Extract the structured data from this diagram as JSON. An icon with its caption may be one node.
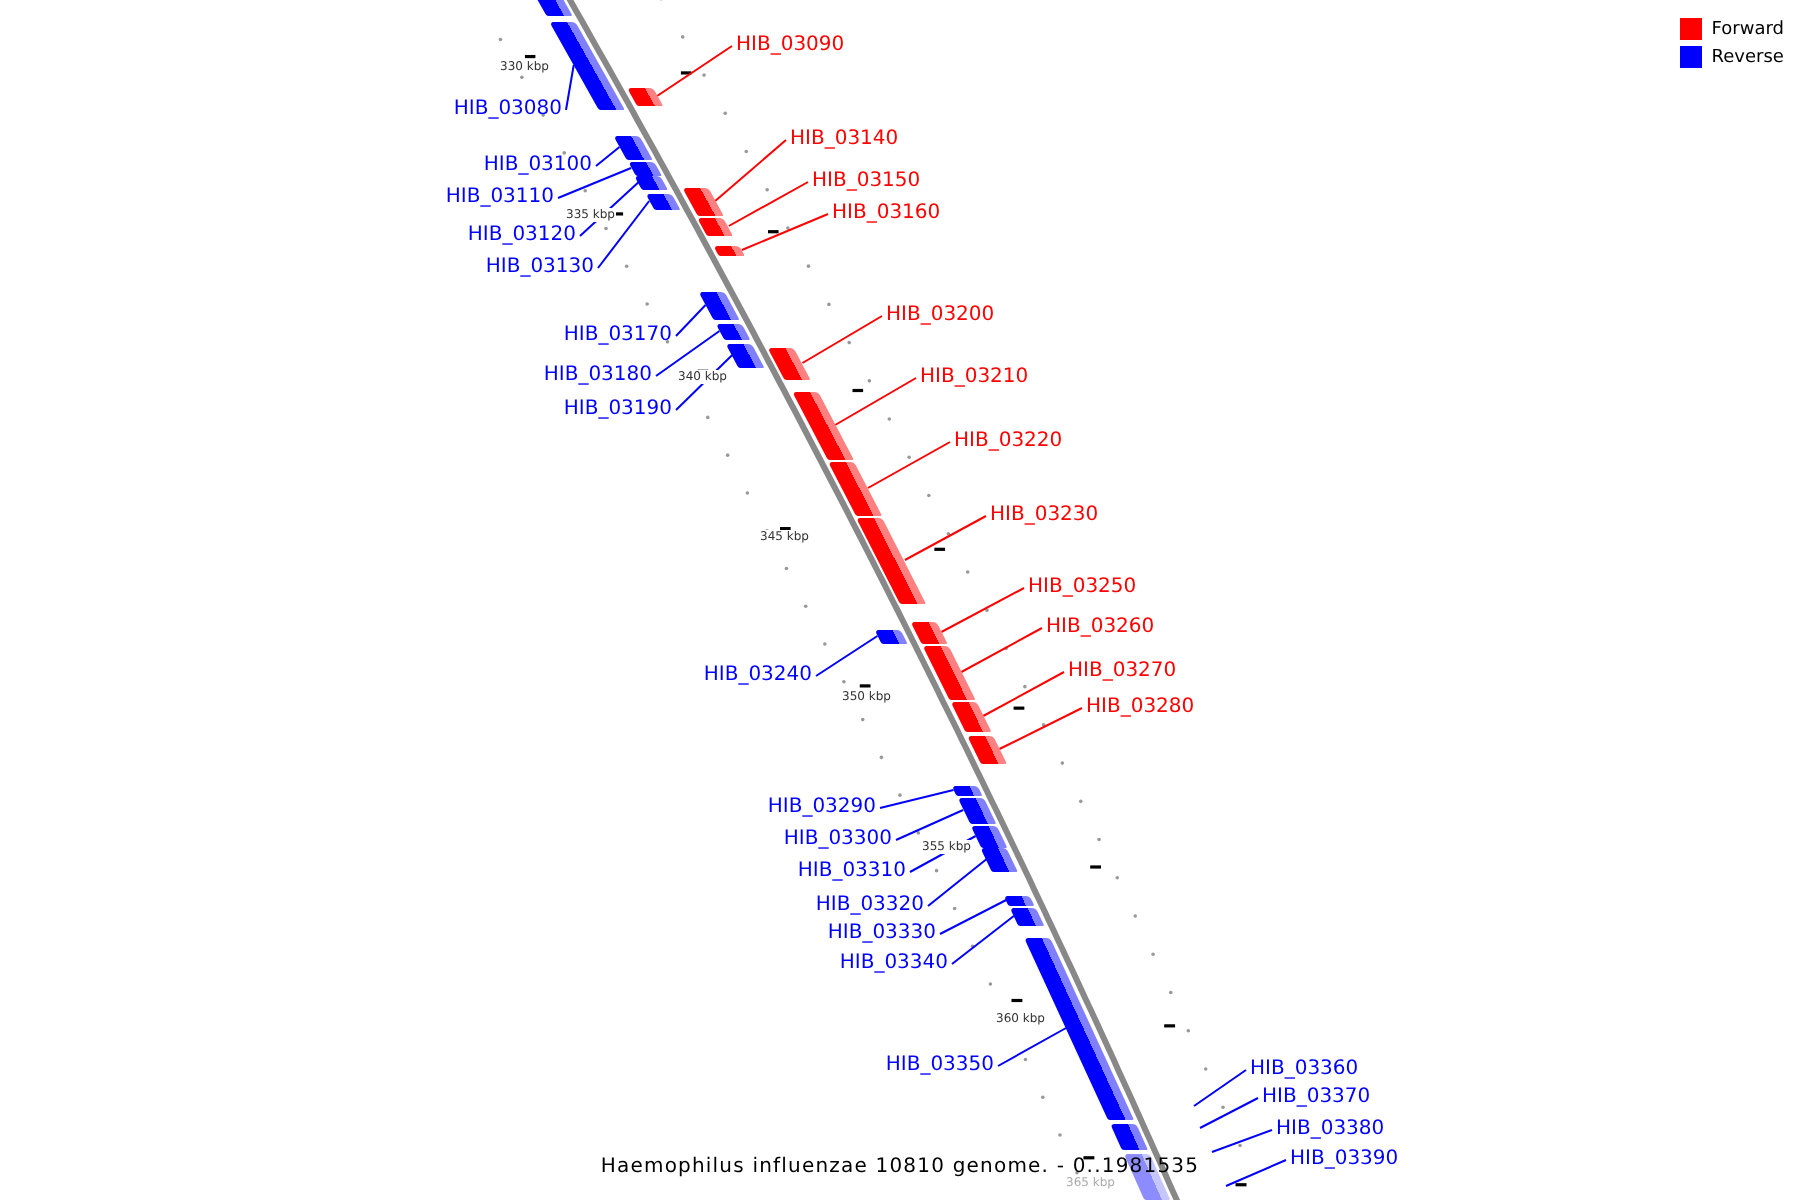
{
  "diagram": {
    "caption": "Haemophilus influenzae 10810 genome. - 0..1981535",
    "nodes": [
      {
        "text": [
          "HIB_03080"
        ]
      },
      {
        "text": [
          "HIB_03090"
        ]
      },
      {
        "text": [
          "HIB_03100"
        ]
      },
      {
        "text": [
          "HIB_03110"
        ]
      },
      {
        "text": [
          "HIB_03120"
        ]
      },
      {
        "text": [
          "HIB_03130"
        ]
      },
      {
        "text": [
          "HIB_03140"
        ]
      },
      {
        "text": [
          "HIB_03150"
        ]
      },
      {
        "text": [
          "HIB_03160"
        ]
      },
      {
        "text": [
          "HIB_03170"
        ]
      },
      {
        "text": [
          "HIB_03180"
        ]
      },
      {
        "text": [
          "HIB_03190"
        ]
      },
      {
        "text": [
          "HIB_03200"
        ]
      },
      {
        "text": [
          "HIB_03210"
        ]
      },
      {
        "text": [
          "HIB_03220"
        ]
      },
      {
        "text": [
          "HIB_03230"
        ]
      },
      {
        "text": [
          "HIB_03240"
        ]
      },
      {
        "text": [
          "HIB_03250"
        ]
      },
      {
        "text": [
          "HIB_03260"
        ]
      },
      {
        "text": [
          "HIB_03270"
        ]
      },
      {
        "text": [
          "HIB_03280"
        ]
      },
      {
        "text": [
          "HIB_03290"
        ]
      },
      {
        "text": [
          "HIB_03300"
        ]
      },
      {
        "text": [
          "HIB_03310"
        ]
      },
      {
        "text": [
          "HIB_03320"
        ]
      },
      {
        "text": [
          "HIB_03330"
        ]
      },
      {
        "text": [
          "HIB_03340"
        ]
      },
      {
        "text": [
          "HIB_03350"
        ]
      },
      {
        "text": [
          "HIB_03360"
        ]
      },
      {
        "text": [
          "HIB_03370"
        ]
      },
      {
        "text": [
          "HIB_03380"
        ]
      },
      {
        "text": [
          "HIB_03390"
        ]
      },
      {
        "text": [],
        "shape": "bar"
      },
      {
        "text": [],
        "shape": "bar"
      },
      {
        "text": [],
        "shape": "bar"
      },
      {
        "text": [],
        "shape": "bar"
      },
      {
        "text": [],
        "shape": "bar"
      },
      {
        "text": [],
        "shape": "bar"
      },
      {
        "text": [],
        "shape": "bar"
      },
      {
        "text": [],
        "shape": "bar"
      },
      {
        "text": [],
        "shape": "bar"
      },
      {
        "text": [],
        "shape": "bar"
      },
      {
        "text": [],
        "shape": "bar"
      },
      {
        "text": [],
        "shape": "bar"
      },
      {
        "text": [],
        "shape": "bar"
      },
      {
        "text": [],
        "shape": "bar"
      },
      {
        "text": [],
        "shape": "bar"
      },
      {
        "text": [],
        "shape": "bar"
      },
      {
        "text": [],
        "shape": "bar"
      },
      {
        "text": [],
        "shape": "bar"
      },
      {
        "text": [],
        "shape": "bar"
      },
      {
        "text": [],
        "shape": "bar"
      },
      {
        "text": [],
        "shape": "bar"
      },
      {
        "text": [],
        "shape": "bar"
      },
      {
        "text": [],
        "shape": "bar"
      },
      {
        "text": [],
        "shape": "bar"
      },
      {
        "text": [],
        "shape": "bar"
      },
      {
        "text": [],
        "shape": "bar"
      },
      {
        "text": [],
        "shape": "bar"
      },
      {
        "text": [],
        "shape": "bar"
      },
      {
        "text": [],
        "shape": "bar"
      },
      {
        "text": [],
        "shape": "bar"
      },
      {
        "text": [],
        "shape": "bar"
      }
    ],
    "edges": [
      {
        "from": 0,
        "to": 33,
        "arrow": "none"
      },
      {
        "from": 1,
        "to": 34,
        "arrow": "none",
        "color": "#ff0000"
      },
      {
        "from": 2,
        "to": 35,
        "arrow": "none"
      },
      {
        "from": 3,
        "to": 36,
        "arrow": "none"
      },
      {
        "from": 4,
        "to": 37,
        "arrow": "none"
      },
      {
        "from": 5,
        "to": 38,
        "arrow": "none"
      },
      {
        "from": 6,
        "to": 39,
        "arrow": "none",
        "color": "#ff0000"
      },
      {
        "from": 7,
        "to": 40,
        "arrow": "none",
        "color": "#ff0000"
      },
      {
        "from": 8,
        "to": 41,
        "arrow": "none",
        "color": "#ff0000"
      },
      {
        "from": 9,
        "to": 42,
        "arrow": "none"
      },
      {
        "from": 10,
        "to": 43,
        "arrow": "none"
      },
      {
        "from": 11,
        "to": 44,
        "arrow": "none"
      },
      {
        "from": 12,
        "to": 45,
        "arrow": "none",
        "color": "#ff0000"
      },
      {
        "from": 13,
        "to": 46,
        "arrow": "none",
        "color": "#ff0000"
      },
      {
        "from": 14,
        "to": 47,
        "arrow": "none",
        "color": "#ff0000"
      },
      {
        "from": 15,
        "to": 48,
        "arrow": "none",
        "color": "#ff0000"
      },
      {
        "from": 16,
        "to": 49,
        "arrow": "none"
      },
      {
        "from": 17,
        "to": 50,
        "arrow": "none",
        "color": "#ff0000"
      },
      {
        "from": 18,
        "to": 51,
        "arrow": "none",
        "color": "#ff0000"
      },
      {
        "from": 19,
        "to": 52,
        "arrow": "none",
        "color": "#ff0000"
      },
      {
        "from": 20,
        "to": 53,
        "arrow": "none",
        "color": "#ff0000"
      },
      {
        "from": 21,
        "to": 54,
        "arrow": "none"
      },
      {
        "from": 22,
        "to": 55,
        "arrow": "none"
      },
      {
        "from": 23,
        "to": 56,
        "arrow": "none"
      },
      {
        "from": 24,
        "to": 57,
        "arrow": "none"
      },
      {
        "from": 25,
        "to": 58,
        "arrow": "none"
      },
      {
        "from": 26,
        "to": 59,
        "arrow": "none"
      },
      {
        "from": 27,
        "to": 60,
        "arrow": "none"
      },
      {
        "from": 28,
        "to": null,
        "arrow": "none"
      },
      {
        "from": 29,
        "to": null,
        "arrow": "none"
      },
      {
        "from": 30,
        "to": null,
        "arrow": "none"
      },
      {
        "from": 31,
        "to": null,
        "arrow": "none"
      }
    ],
    "labels": [
      "330 kbp",
      "335 kbp",
      "340 kbp",
      "345 kbp",
      "350 kbp",
      "355 kbp",
      "360 kbp",
      "365 kbp"
    ],
    "legend": [
      {
        "text": "Forward",
        "color": "#ff0000"
      },
      {
        "text": "Reverse",
        "color": "#0000ff"
      }
    ]
  }
}
